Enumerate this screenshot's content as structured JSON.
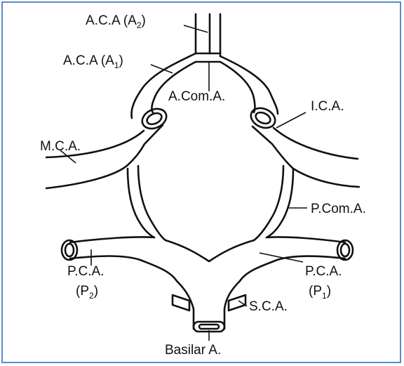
{
  "colors": {
    "frame": "#5b8bc7",
    "stroke": "#111111",
    "background": "#ffffff"
  },
  "labels": {
    "aca_a2": {
      "text": "A.C.A (A",
      "sub": "2",
      "tail": ")"
    },
    "aca_a1": {
      "text": "A.C.A (A",
      "sub": "1",
      "tail": ")"
    },
    "acom_a": "A.Com.A.",
    "ica": "I.C.A.",
    "mca": "M.C.A.",
    "pcom_a": "P.Com.A.",
    "pca_left": {
      "line1": "P.C.A.",
      "line2_open": "(P",
      "sub": "2",
      "line2_close": ")"
    },
    "pca_right": {
      "line1": "P.C.A.",
      "line2_open": "(P",
      "sub": "1",
      "line2_close": ")"
    },
    "sca": "S.C.A.",
    "basilar": "Basilar A."
  }
}
